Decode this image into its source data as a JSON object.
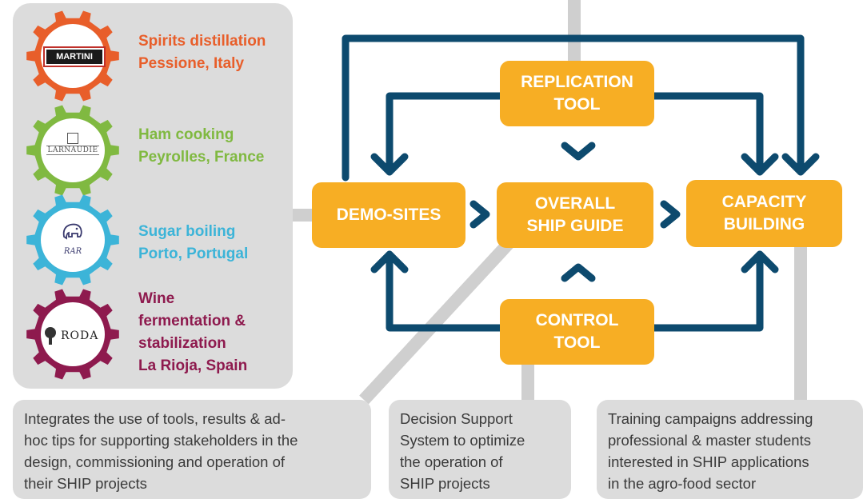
{
  "sites": [
    {
      "logo": "MARTINI",
      "lines": [
        "Spirits distillation",
        "Pessione, Italy"
      ],
      "color": "#e85e2a"
    },
    {
      "logo": "LARNAUDIE",
      "lines": [
        "Ham cooking",
        "Peyrolles, France"
      ],
      "color": "#80b941"
    },
    {
      "logo": "RAR",
      "lines": [
        "Sugar boiling",
        "Porto, Portugal"
      ],
      "color": "#3cb4d8"
    },
    {
      "logo": "RODA",
      "lines": [
        "Wine",
        "fermentation &",
        "stabilization",
        "La Rioja, Spain"
      ],
      "color": "#8e1a4e"
    }
  ],
  "boxes": {
    "replication": [
      "REPLICATION",
      "TOOL"
    ],
    "demo": [
      "DEMO-SITES"
    ],
    "overall": [
      "OVERALL",
      "SHIP GUIDE"
    ],
    "capacity": [
      "CAPACITY",
      "BUILDING"
    ],
    "control": [
      "CONTROL",
      "TOOL"
    ]
  },
  "descriptions": {
    "guide": [
      "Integrates the use of tools, results & ad-",
      "hoc tips for supporting stakeholders in the",
      "design, commissioning and operation of",
      "their SHIP projects"
    ],
    "control": [
      "Decision Support",
      "System to optimize",
      "the operation of",
      "SHIP projects"
    ],
    "capacity": [
      "Training campaigns addressing",
      "professional & master students",
      "interested in SHIP applications",
      "in the agro-food sector"
    ]
  },
  "colors": {
    "box": "#f7ae24",
    "arrow": "#0d4a6e",
    "panel": "#dcdcdc",
    "connector": "#cfcfcf"
  }
}
